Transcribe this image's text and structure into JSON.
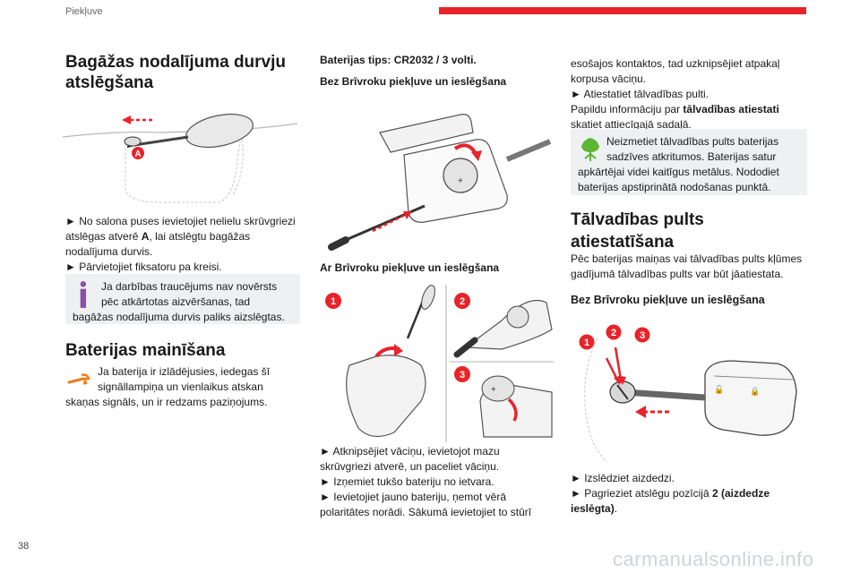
{
  "page": {
    "section": "Piekļuve",
    "number": "38",
    "watermark": "carmanualsonline.info"
  },
  "col1": {
    "title": "Bagāžas nodalījuma durvju atslēgšana",
    "title_line1": "Bagāžas nodalījuma durvju",
    "title_line2": "atslēgšana",
    "fig_label": "A",
    "instr1": "► No salona puses ievietojiet nelielu skrūvgriezi atslēgas atverē",
    "instr1_bold": "A",
    "instr1_end": ", lai atslēgtu bagāžas nodalījuma durvis.",
    "instr2": "► Pārvietojiet fiksatoru pa kreisi.",
    "note": "Ja darbības traucējums nav novērsts pēc atkārtotas aizvēršanas, tad bagāžas nodalījuma durvis paliks aizslēgtas.",
    "battery_title": "Baterijas mainīšana",
    "battery_text": "Ja baterija ir izlādējusies, iedegas šī signāllampiņa un vienlaikus atskan skaņas signāls, un ir redzams paziņojums."
  },
  "col2": {
    "battery_type": "Baterijas tips: CR2032 / 3 volti.",
    "without_keyless": "Bez Brīvroku piekļuve un ieslēgšana",
    "with_keyless": "Ar Brīvroku piekļuve un ieslēgšana",
    "num1": "1",
    "num2": "2",
    "num3": "3",
    "step1": "► Atknipsējiet vāciņu, ievietojot mazu skrūvgriezi atverē, un paceliet vāciņu.",
    "step2": "► Izņemiet tukšo bateriju no ietvara.",
    "step3": "► Ievietojiet jauno bateriju, ņemot vērā polaritātes norādi. Sākumā ievietojiet to stūrī"
  },
  "col3": {
    "continue": "esošajos kontaktos, tad uzknipsējiet atpakaļ korpusa vāciņu.",
    "step4": "► Atiestatiet tālvadības pulti.",
    "info_pre": "Papildu informāciju par ",
    "info_bold": "tālvadības atiestati",
    "info_post": " skatiet attiecīgajā sadaļā.",
    "eco_note": "Neizmetiet tālvadības pults baterijas sadzīves atkritumos. Baterijas satur apkārtējai videi kaitīgus metālus. Nododiet baterijas apstiprinātā nodošanas punktā.",
    "reset_title_line1": "Tālvadības pults",
    "reset_title_line2": "atiestatīšana",
    "reset_text": "Pēc baterijas maiņas vai tālvadības pults kļūmes gadījumā tālvadības pults var būt jāatiestata.",
    "reset_sub": "Bez Brīvroku piekļuve un ieslēgšana",
    "num1": "1",
    "num2": "2",
    "num3": "3",
    "step5": "► Izslēdziet aizdedzi.",
    "step6_pre": "► Pagrieziet atslēgu pozīcijā ",
    "step6_bold": "2 (aizdedze ieslēgta)",
    "step6_post": "."
  },
  "colors": {
    "accent_red": "#e8232a",
    "note_bg": "#eef0f2",
    "info_purple": "#8a4fa8",
    "warn_orange": "#f07d1a",
    "eco_green": "#5bb630"
  }
}
